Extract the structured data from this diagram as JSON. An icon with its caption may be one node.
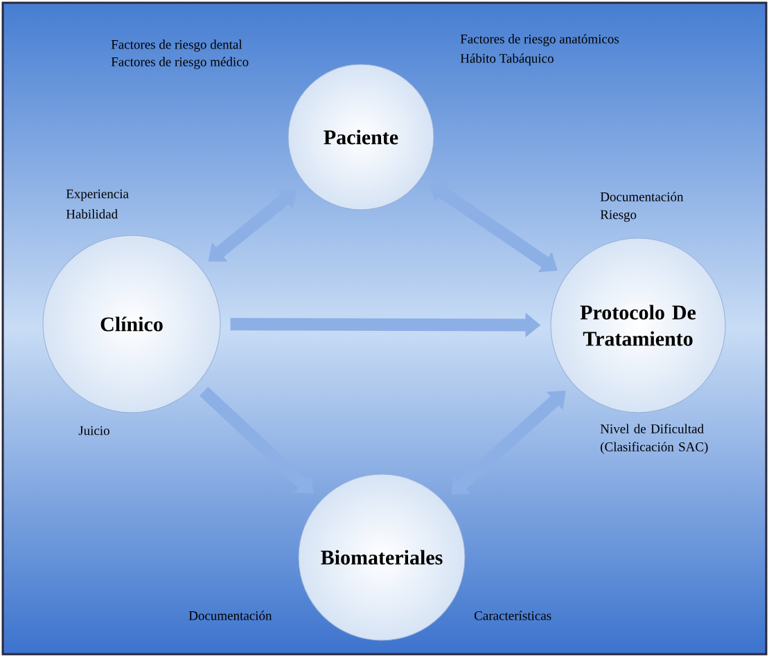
{
  "diagram": {
    "nodes": [
      {
        "text": [
          "Paciente"
        ],
        "beside": [
          "Factores de riesgo dental",
          "Factores de riesgo médico",
          "Factores de riesgo anatómicos",
          "Hábito Tabáquico"
        ]
      },
      {
        "text": [
          "Clínico"
        ],
        "beside": [
          "Experiencia",
          "Habilidad",
          "Juicio"
        ]
      },
      {
        "text": [
          "Protocolo De Tratamiento"
        ],
        "beside": [
          "Documentación",
          "Riesgo",
          "Nivel de Dificultad (Clasificación SAC)"
        ]
      },
      {
        "text": [
          "Biomateriales"
        ],
        "beside": [
          "Documentación",
          "Características"
        ]
      }
    ],
    "edges": [
      {
        "from": 1,
        "to": 0,
        "arrow": "both"
      },
      {
        "from": 0,
        "to": 2,
        "arrow": "both"
      },
      {
        "from": 1,
        "to": 2,
        "arrow": "to"
      },
      {
        "from": 1,
        "to": 3,
        "arrow": "to"
      },
      {
        "from": 3,
        "to": 2,
        "arrow": "both"
      }
    ]
  }
}
